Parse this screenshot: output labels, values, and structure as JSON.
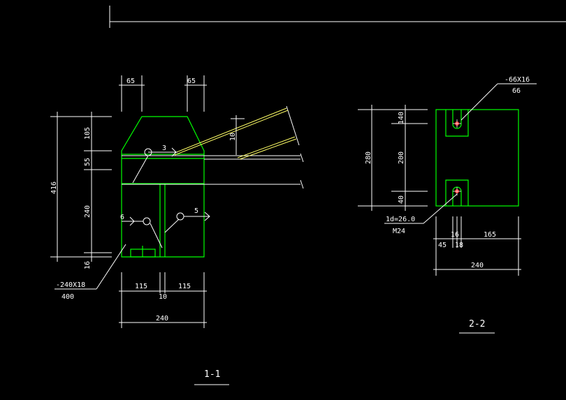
{
  "colors": {
    "background": "#000000",
    "outline": "#00ff00",
    "dimension": "#ffffff",
    "rafter": "#ffff66",
    "bolt": "#ff2020"
  },
  "section_1_1": {
    "label": "1-1",
    "dims": {
      "top_left": "65",
      "top_right": "65",
      "total_height": "416",
      "h_105": "105",
      "h_55": "55",
      "h_240": "240",
      "h_16": "16",
      "h_10": "10",
      "b_115_left": "115",
      "b_115_right": "115",
      "b_10": "10",
      "b_240": "240"
    },
    "weld_marks": {
      "w3": "3",
      "w5": "5",
      "w6": "6"
    },
    "plate_callout": {
      "top": "-240X18",
      "bottom": "400"
    }
  },
  "section_2_2": {
    "label": "2-2",
    "dims": {
      "total_height": "280",
      "h_140": "140",
      "h_200": "200",
      "h_40": "40",
      "w_45": "45",
      "w_16": "16",
      "w_18": "18",
      "w_165": "165",
      "w_240": "240"
    },
    "plate_callout": {
      "top": "-66X16",
      "bottom": "66"
    },
    "bolt_callout": {
      "top": "1d=26.0",
      "bottom": "M24"
    }
  }
}
